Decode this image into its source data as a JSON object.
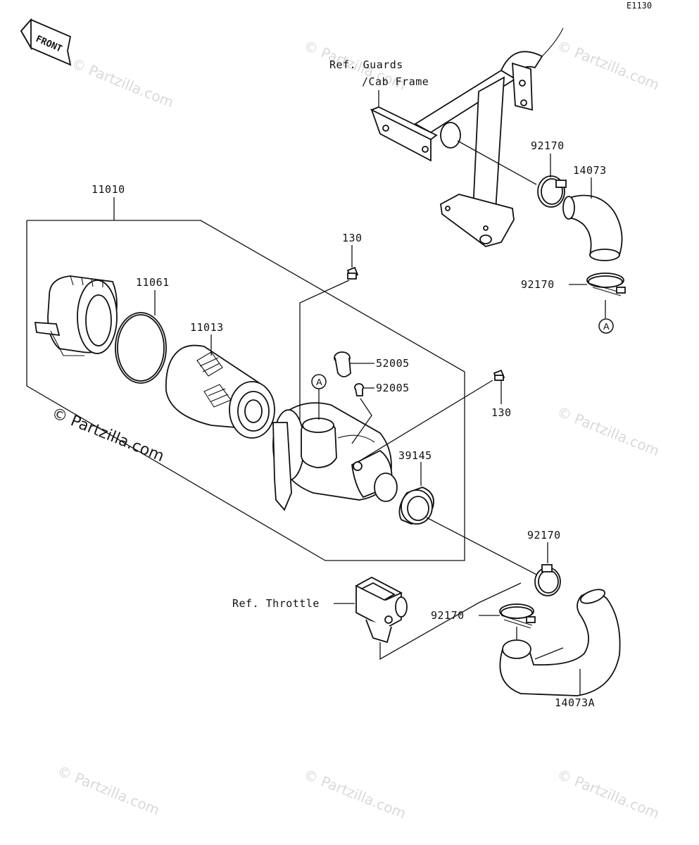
{
  "diagram_code": "E1130",
  "front_label": "FRONT",
  "watermark": "© Partzilla.com",
  "reference_labels": {
    "guards_line1": "Ref. Guards",
    "guards_line2": "/Cab Frame",
    "throttle": "Ref. Throttle"
  },
  "part_numbers": {
    "p11010": "11010",
    "p11061": "11061",
    "p11013": "11013",
    "p130_top": "130",
    "p130_right": "130",
    "p52005": "52005",
    "p92005": "92005",
    "p39145": "39145",
    "p92170_top": "92170",
    "p14073": "14073",
    "p92170_mid": "92170",
    "p92170_lower": "92170",
    "p92170_bottom": "92170",
    "p14073a": "14073A"
  },
  "callout_marker": "A"
}
